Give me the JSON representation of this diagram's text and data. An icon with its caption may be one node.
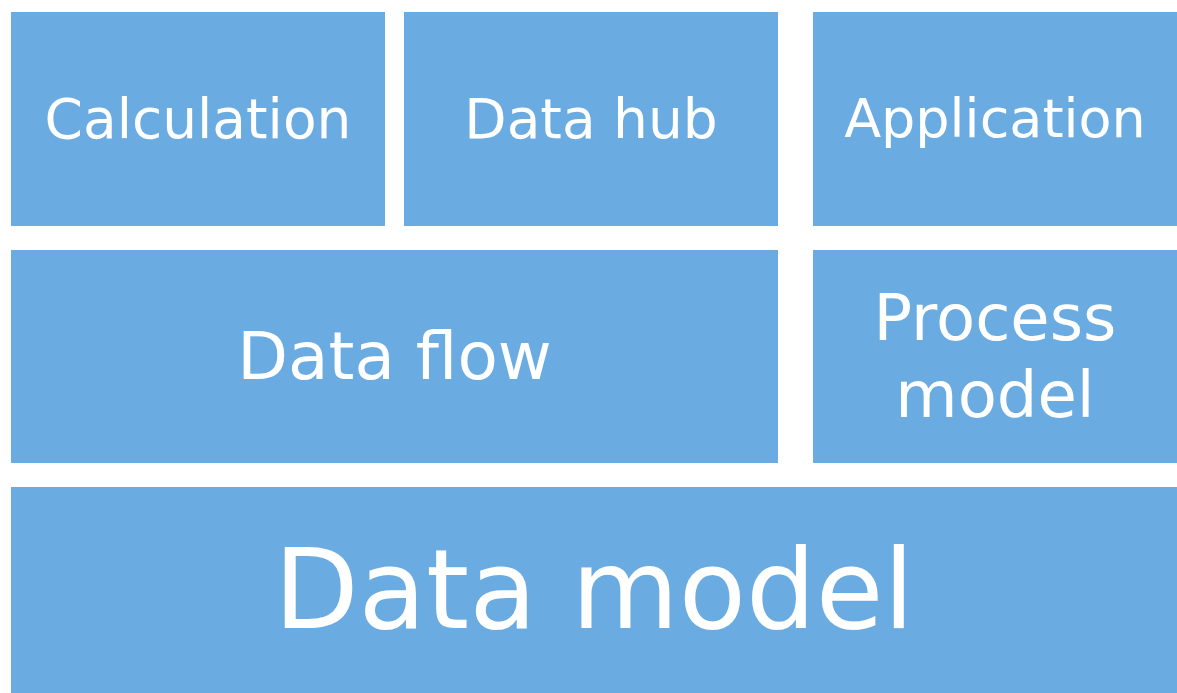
{
  "diagram": {
    "nodes": [
      {
        "text": [
          "Calculation"
        ]
      },
      {
        "text": [
          "Data hub"
        ]
      },
      {
        "text": [
          "Application"
        ]
      },
      {
        "text": [
          "Data flow"
        ]
      },
      {
        "text": [
          "Process model"
        ]
      },
      {
        "text": [
          "Data model"
        ]
      }
    ]
  }
}
